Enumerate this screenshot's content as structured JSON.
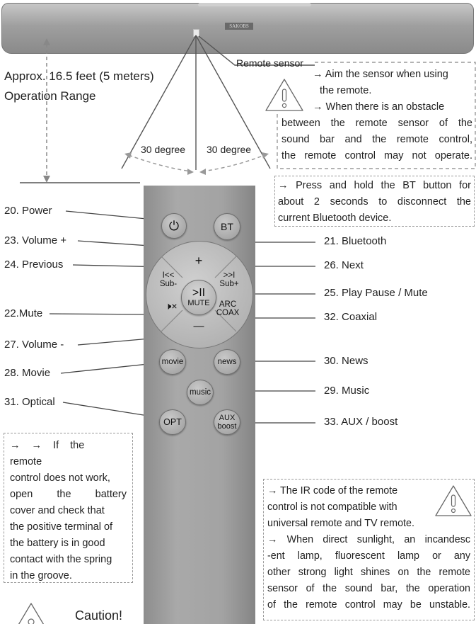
{
  "soundbar": {
    "brand": "SAKOBS"
  },
  "sensor_label": "Remote sensor",
  "range_label": [
    "Approx. 16.5 feet (5 meters)",
    "Operation Range"
  ],
  "angle_left": "30 degree",
  "angle_right": "30 degree",
  "note_aim": {
    "line1": "→ Aim the sensor when using",
    "line2": "the remote.",
    "line3": "→ When there is an obstacle",
    "line4": "between the remote sensor of the",
    "line5": "sound bar and the remote control,",
    "line6": "the remote control may not operate."
  },
  "note_bt": {
    "line1": "→ Press and hold the BT button for",
    "line2": "about 2 seconds to disconnect the",
    "line3": "current Bluetooth device."
  },
  "remote_buttons": {
    "power_symbol": "⏻",
    "bt": "BT",
    "plus": "+",
    "minus": "—",
    "prev_symbol": "I<<",
    "prev_sub": "Sub-",
    "next_symbol": ">>I",
    "next_sub": "Sub+",
    "play_symbol": ">II",
    "play_sub": "MUTE",
    "mute_symbol": "🕨×",
    "arc": "ARC",
    "coax": "COAX",
    "movie": "movie",
    "news": "news",
    "music": "music",
    "opt": "OPT",
    "aux": "AUX",
    "boost": "boost"
  },
  "labels": {
    "power": "20. Power",
    "vol_up": "23. Volume +",
    "previous": "24. Previous",
    "mute": "22.Mute",
    "vol_down": "27. Volume -",
    "movie": "28. Movie",
    "optical": "31. Optical",
    "bluetooth": "21. Bluetooth",
    "next": "26. Next",
    "play_pause": "25. Play Pause / Mute",
    "coaxial": "32. Coaxial",
    "news": "30. News",
    "music": "29. Music",
    "aux": "33. AUX / boost"
  },
  "note_battery": {
    "line1": "→ → If the remote",
    "line2": "control does not work,",
    "line3": "open the battery",
    "line4": "cover and check that",
    "line5": "the positive terminal of",
    "line6": "the battery is in good",
    "line7": "contact with the spring",
    "line8": "in the groove."
  },
  "note_ir": {
    "line1": "→ The IR code of the remote",
    "line2": "control is not compatible with",
    "line3": "universal remote and TV remote.",
    "line4": "→ When direct sunlight, an incandesc",
    "line5": "-ent lamp, fluorescent lamp or any",
    "line6": "other strong light shines on the remote",
    "line7": "sensor of the sound bar, the operation",
    "line8": "of the remote control may be unstable."
  },
  "caution": "Caution!"
}
